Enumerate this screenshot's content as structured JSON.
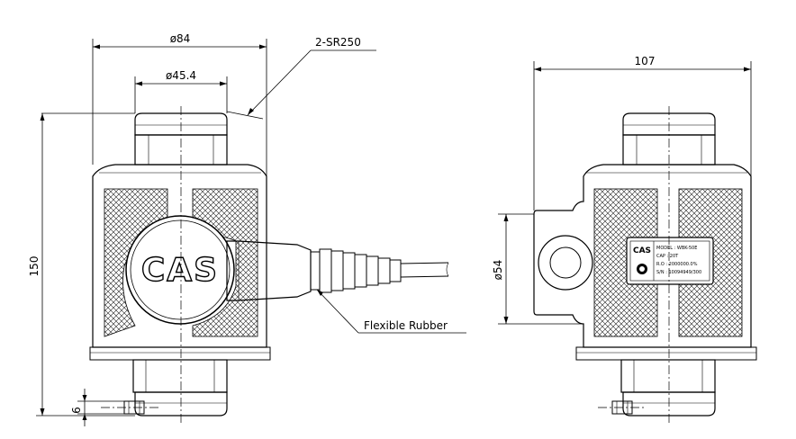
{
  "front_view": {
    "dim_outer_diameter": "ø84",
    "dim_top_diameter": "ø45.4",
    "dim_radius_note": "2-SR250",
    "dim_height": "150",
    "dim_foot": "6",
    "logo_text": "CAS",
    "cable_callout": "Flexible Rubber"
  },
  "side_view": {
    "dim_depth": "107",
    "dim_hole_diameter": "ø54",
    "nameplate": {
      "brand": "CAS",
      "lines": [
        "MODEL : WBK-50E",
        "CAP  : 20T",
        "R.O  : 2000000.0%",
        "S/N  : 10094949/300"
      ]
    }
  }
}
